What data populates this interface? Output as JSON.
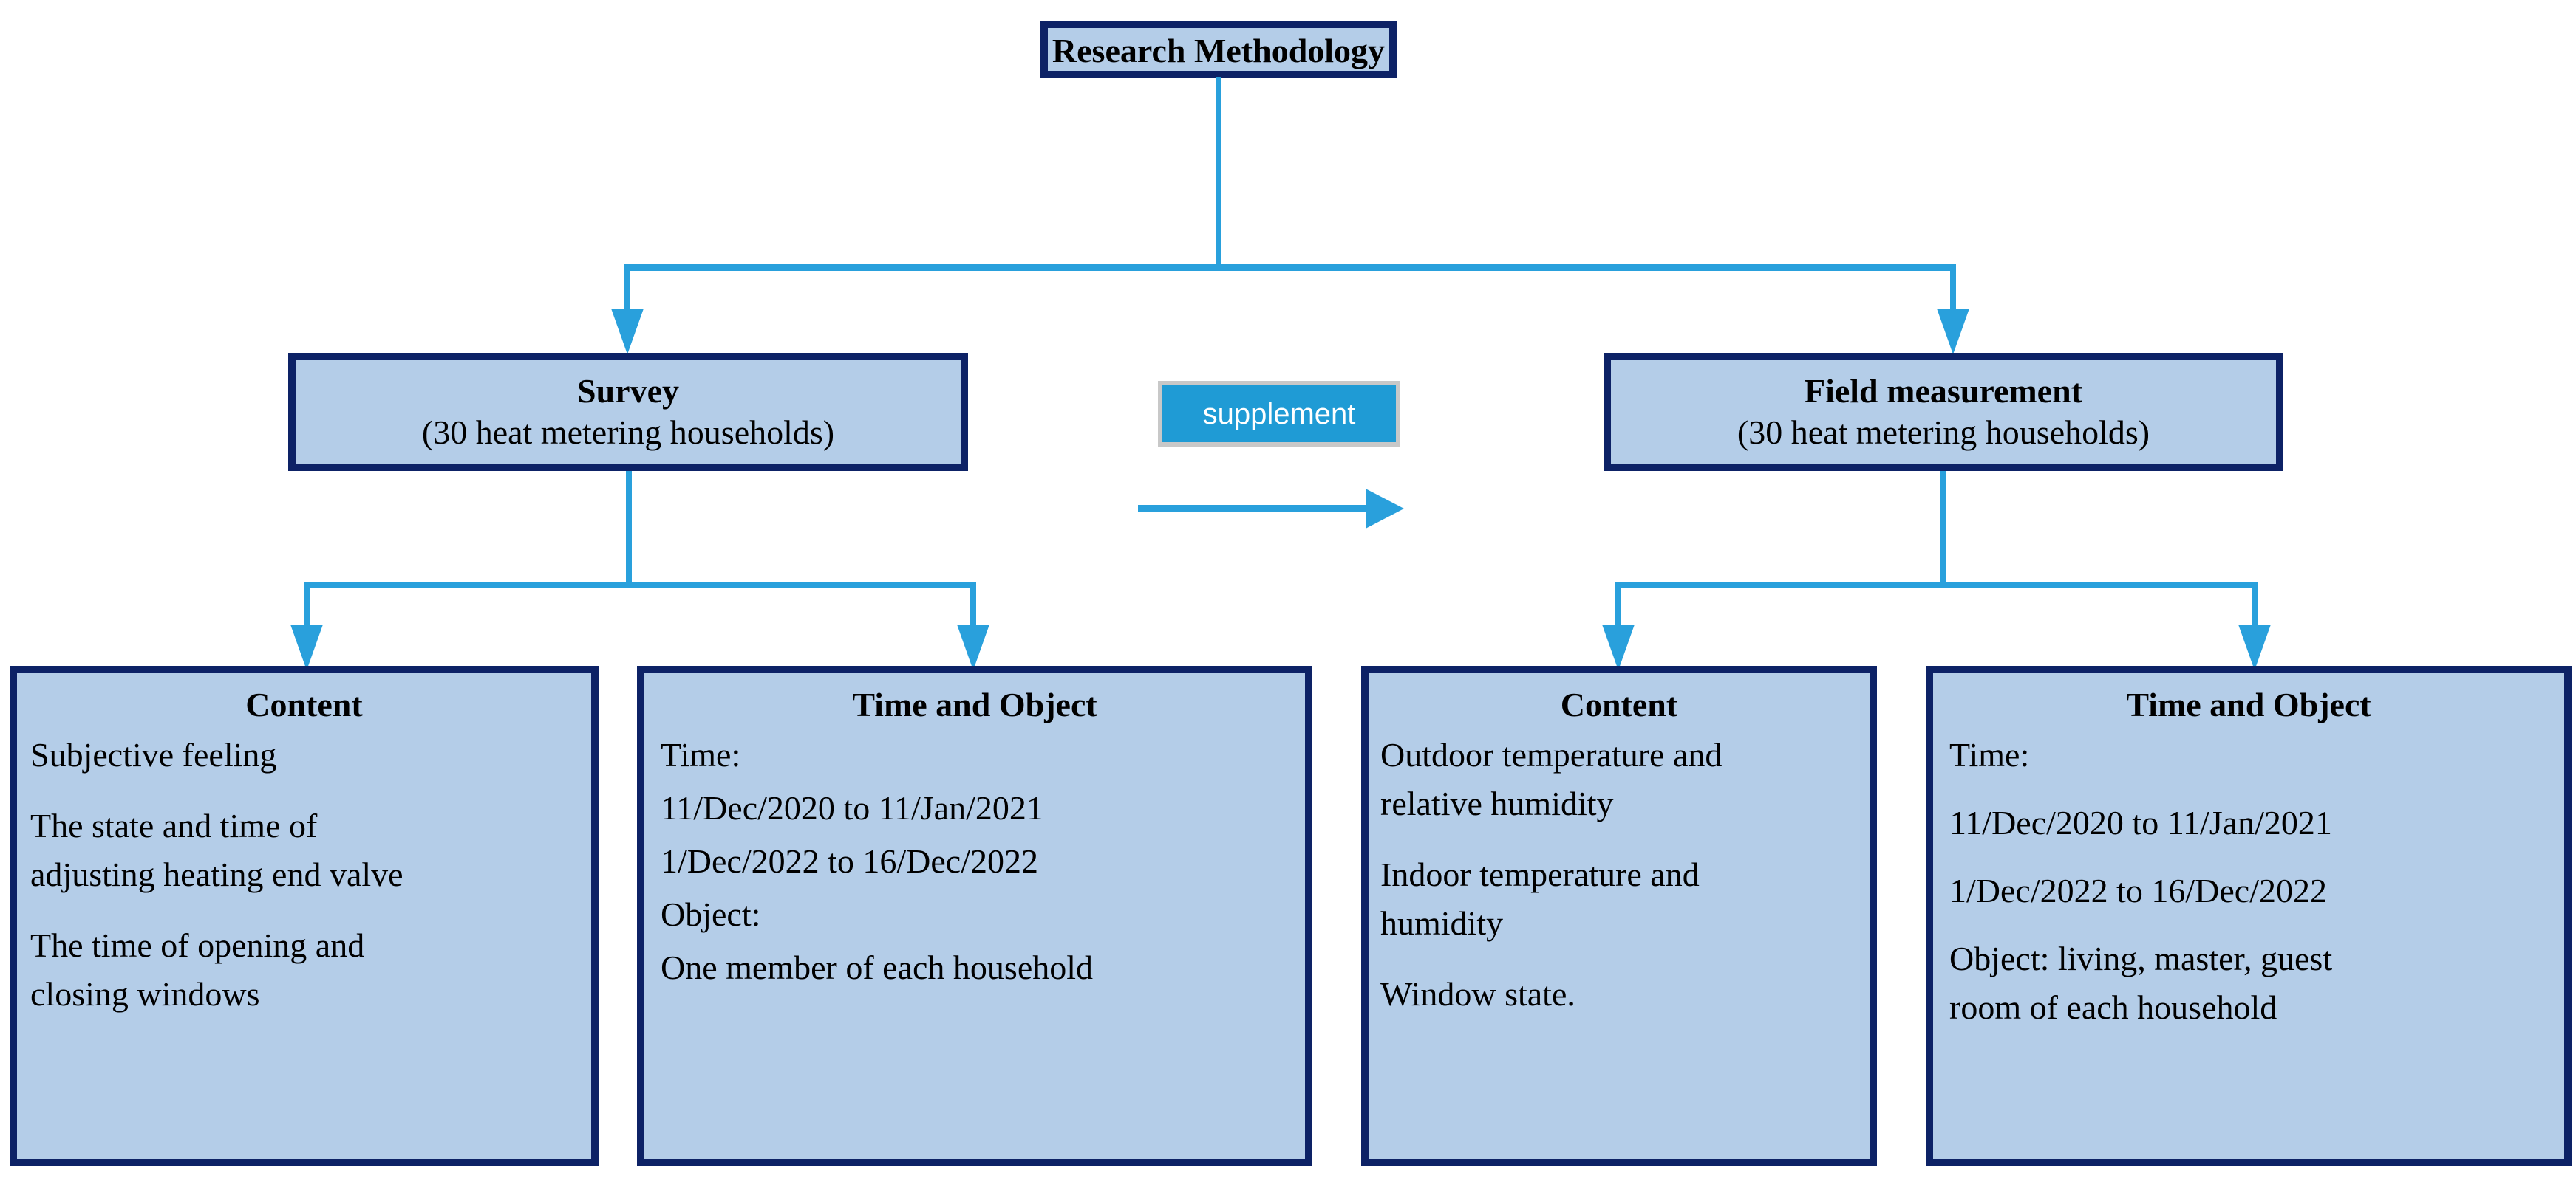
{
  "diagram": {
    "title_box": {
      "label": "Research Methodology"
    },
    "branches": [
      {
        "name": "survey",
        "title": "Survey",
        "subtitle": "(30 heat metering households)"
      },
      {
        "name": "field-measurement",
        "title": "Field measurement",
        "subtitle": "(30 heat metering households)"
      }
    ],
    "supplement": {
      "label": "supplement"
    },
    "leaves": [
      {
        "name": "survey-content",
        "heading": "Content",
        "paragraphs": [
          [
            "Subjective feeling"
          ],
          [
            "The state and time of",
            "adjusting heating end valve"
          ],
          [
            "The time of opening and",
            "closing windows"
          ]
        ]
      },
      {
        "name": "survey-time-and-object",
        "heading": "Time and  Object",
        "paragraphs": [
          [
            "Time:"
          ],
          [
            "11/Dec/2020 to 11/Jan/2021"
          ],
          [
            "1/Dec/2022 to 16/Dec/2022"
          ],
          [
            "Object:"
          ],
          [
            "One member of each household"
          ]
        ]
      },
      {
        "name": "field-content",
        "heading": "Content",
        "paragraphs": [
          [
            "Outdoor temperature and",
            "relative humidity"
          ],
          [
            "Indoor temperature and",
            "humidity"
          ],
          [
            "Window state."
          ]
        ]
      },
      {
        "name": "field-time-and-object",
        "heading": "Time and  Object",
        "paragraphs": [
          [
            "Time:"
          ],
          [
            "11/Dec/2020 to 11/Jan/2021"
          ],
          [
            "1/Dec/2022 to 16/Dec/2022"
          ],
          [
            "Object: living, master, guest",
            "room of each household"
          ]
        ]
      }
    ],
    "colors": {
      "box_fill": "#b4cde8",
      "box_border": "#0d2266",
      "connector": "#29a0dc",
      "chip_fill": "#1f9bd5",
      "chip_border": "#c8c8c8",
      "chip_text": "#ffffff",
      "text": "#000000"
    }
  }
}
